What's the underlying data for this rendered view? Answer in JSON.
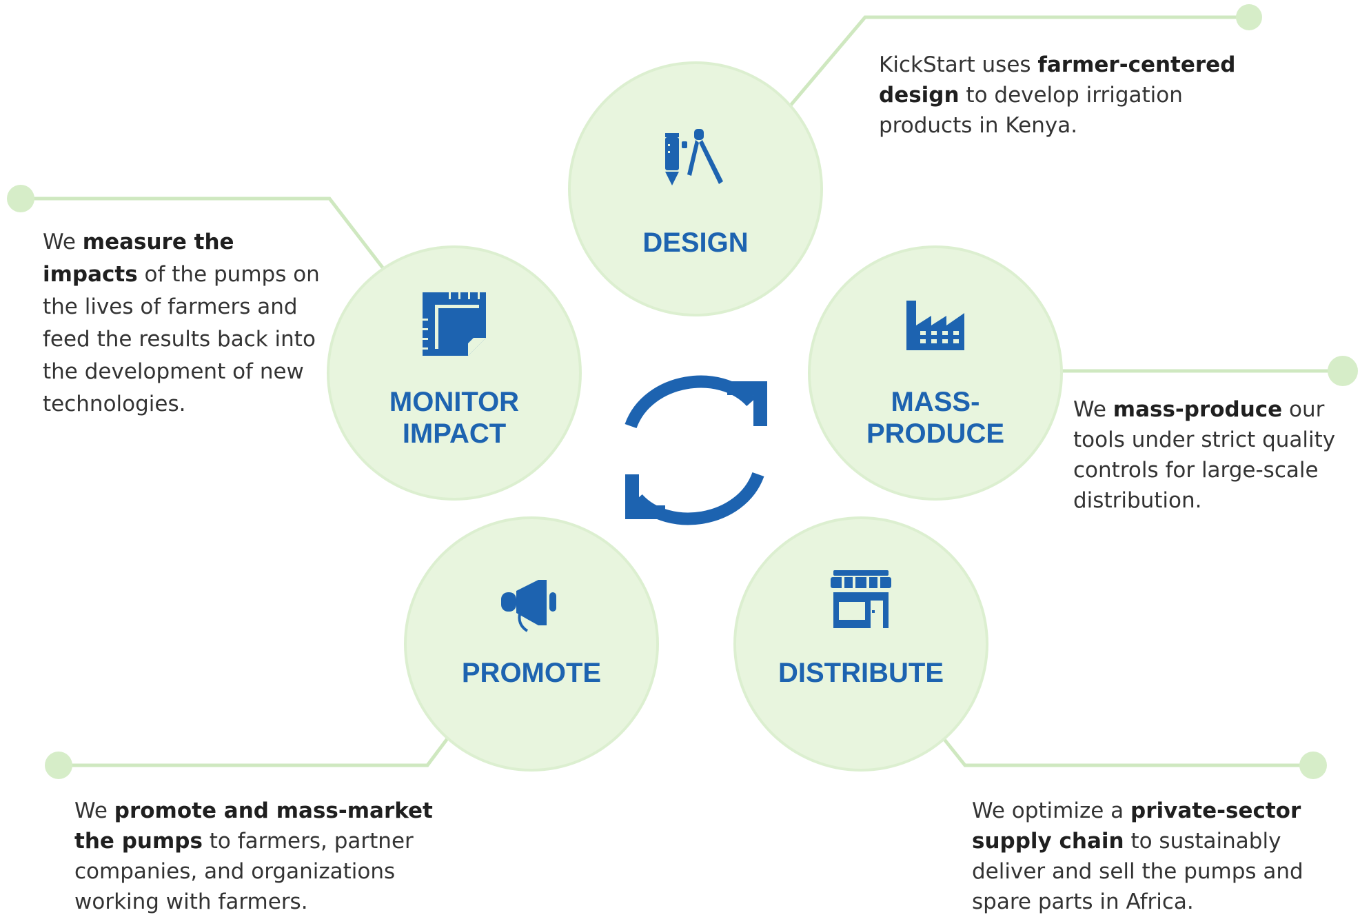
{
  "colors": {
    "accent_blue": "#1d63b0",
    "circle_fill": "#e8f5de",
    "connector_green": "#cfe8c0",
    "text_dark": "#333333"
  },
  "stages": {
    "design": {
      "label": "DESIGN",
      "icon": "drafting-compass-pencil-icon",
      "desc_pre": "KickStart uses ",
      "desc_bold": "farmer-centered design",
      "desc_post": " to develop irrigation products in Kenya."
    },
    "mass_produce": {
      "label": "MASS-\nPRODUCE",
      "icon": "factory-icon",
      "desc_pre": "We ",
      "desc_bold": "mass-produce",
      "desc_post": " our tools under strict quality controls for large-scale distribution."
    },
    "distribute": {
      "label": "DISTRIBUTE",
      "icon": "storefront-icon",
      "desc_pre": "We optimize a ",
      "desc_bold": "private-sector supply chain",
      "desc_post": " to sustainably deliver and sell the pumps and spare parts in Africa."
    },
    "promote": {
      "label": "PROMOTE",
      "icon": "megaphone-icon",
      "desc_pre": "We ",
      "desc_bold": "promote and mass-market the pumps",
      "desc_post": " to farmers, partner companies, and organizations working with farmers."
    },
    "monitor_impact": {
      "label": "MONITOR\nIMPACT",
      "icon": "blueprint-ruler-icon",
      "desc_pre": "We ",
      "desc_bold": "measure the impacts",
      "desc_post": " of the pumps on the lives of farmers and feed the results back into the development of new technologies."
    }
  },
  "center_icon": "cycle-arrows-icon"
}
